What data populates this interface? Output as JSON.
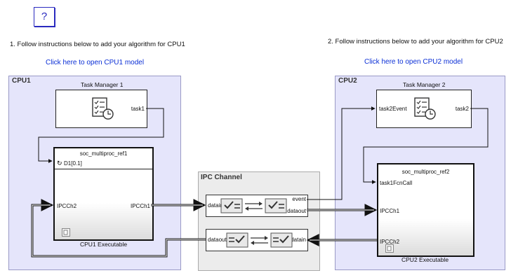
{
  "help": {
    "label": "?"
  },
  "cpu1": {
    "instruction": "1. Follow instructions below to add your algorithm for CPU1",
    "link": "Click here to open CPU1 model",
    "area_title": "CPU1",
    "task_manager": {
      "title": "Task Manager 1",
      "port_out": "task1"
    },
    "ref_block": {
      "title": "soc_multiproc_ref1",
      "port_trigger": "D1[0.1]",
      "port_in": "IPCCh2",
      "port_out": "IPCCh1",
      "caption": "CPU1 Executable"
    }
  },
  "cpu2": {
    "instruction": "2. Follow instructions below to add your algorithm for CPU2",
    "link": "Click here to open CPU2 model",
    "area_title": "CPU2",
    "task_manager": {
      "title": "Task Manager 2",
      "port_in": "task2Event",
      "port_out": "task2"
    },
    "ref_block": {
      "title": "soc_multiproc_ref2",
      "port_fcn": "task1FcnCall",
      "port_in1": "IPCCh1",
      "port_in2": "IPCCh2",
      "caption": "CPU2 Executable"
    }
  },
  "ipc": {
    "area_title": "IPC Channel",
    "upper": {
      "port_in": "datain",
      "port_event": "event",
      "port_out": "dataout"
    },
    "lower": {
      "port_out": "dataout",
      "port_in": "datain"
    }
  },
  "icons": [
    "help-icon",
    "task-manager-icon",
    "model-reference-icon",
    "ipc-channel-icon"
  ],
  "colors": {
    "cpu_area": "#e5e5fb",
    "ipc_area": "#ececec",
    "link": "#0b2fd6",
    "help_border": "#2a2abf"
  }
}
